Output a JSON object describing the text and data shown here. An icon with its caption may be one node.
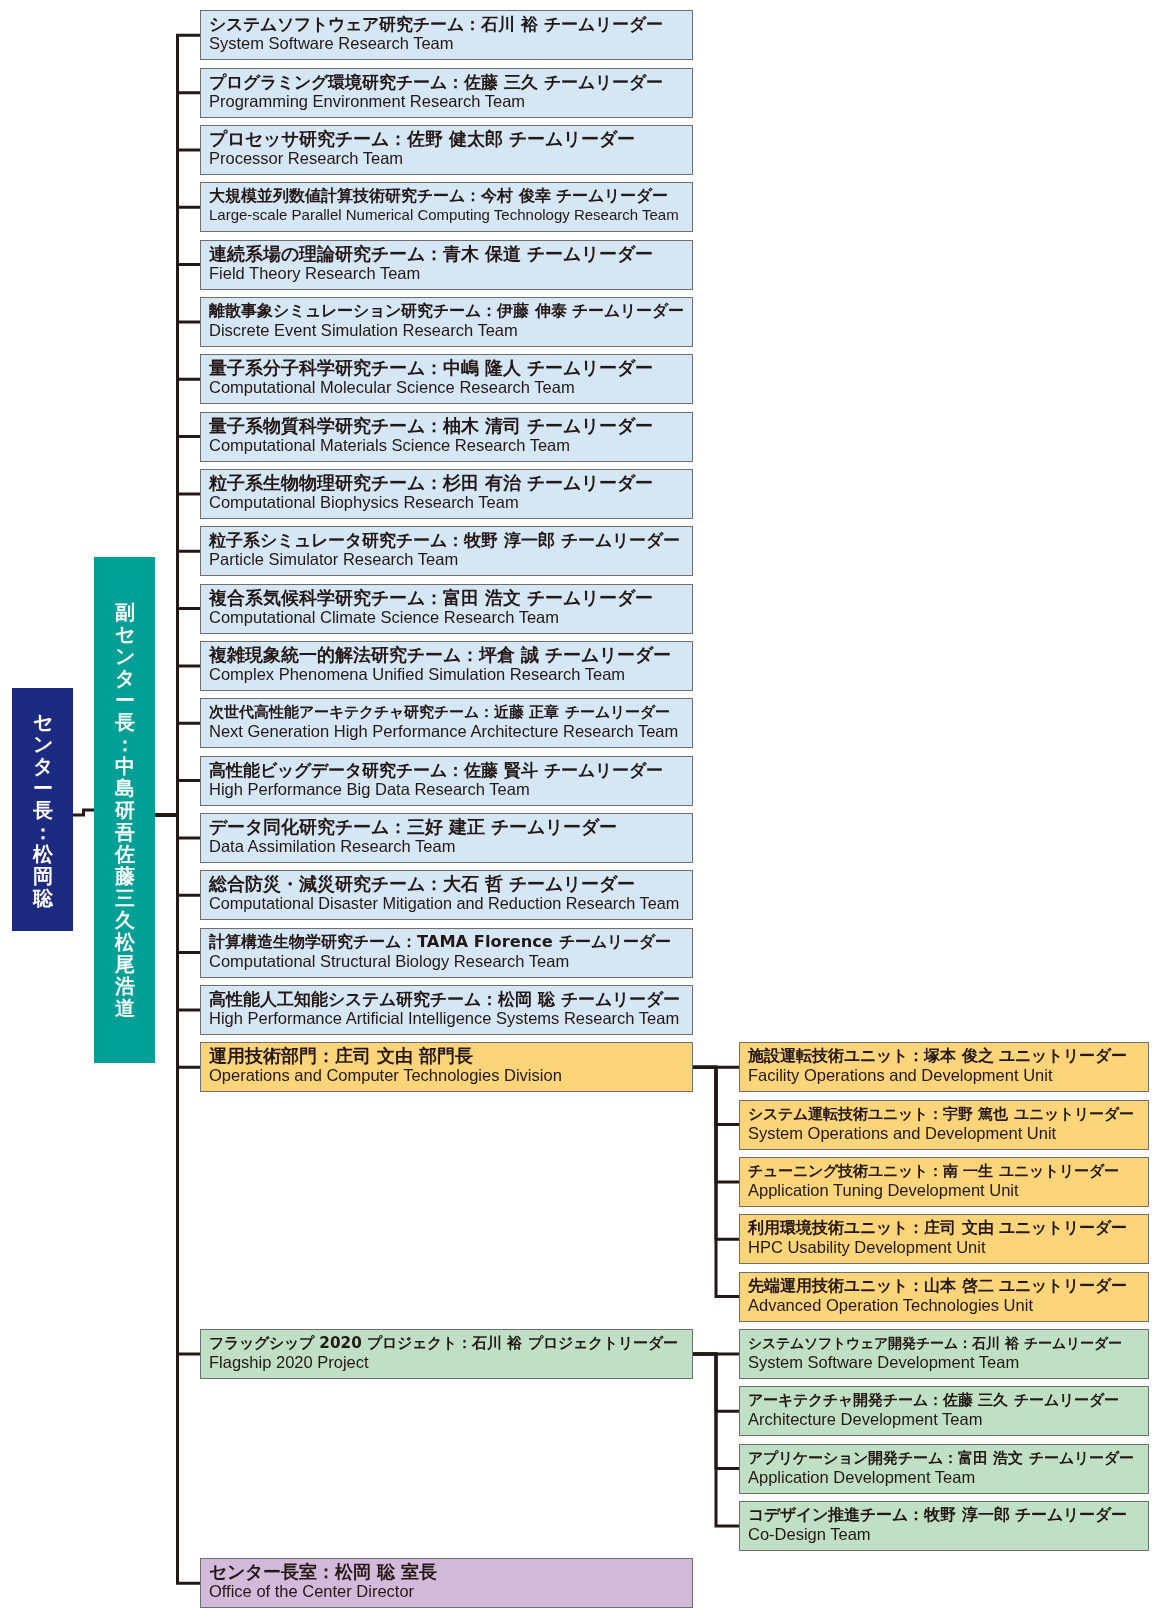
{
  "diagram": {
    "nodes": [
      {
        "text": [
          "センター長：松岡聡"
        ]
      },
      {
        "text": [
          "副センター長：中島研吾佐藤三久松尾浩道"
        ]
      },
      {
        "text": [
          "システムソフトウェア研究チーム：石川 裕 チームリーダー",
          "System Software Research Team"
        ]
      },
      {
        "text": [
          "プログラミング環境研究チーム：佐藤 三久 チームリーダー",
          "Programming Environment Research Team"
        ]
      },
      {
        "text": [
          "プロセッサ研究チーム：佐野 健太郎 チームリーダー",
          "Processor Research Team"
        ]
      },
      {
        "text": [
          "大規模並列数値計算技術研究チーム：今村 俊幸 チームリーダー",
          "Large-scale Parallel Numerical Computing Technology Research Team"
        ]
      },
      {
        "text": [
          "連続系場の理論研究チーム：青木 保道 チームリーダー",
          "Field Theory Research Team"
        ]
      },
      {
        "text": [
          "離散事象シミュレーション研究チーム：伊藤 伸泰 チームリーダー",
          "Discrete Event Simulation Research Team"
        ]
      },
      {
        "text": [
          "量子系分子科学研究チーム：中嶋 隆人 チームリーダー",
          "Computational Molecular Science Research Team"
        ]
      },
      {
        "text": [
          "量子系物質科学研究チーム：柚木 清司 チームリーダー",
          "Computational Materials Science Research Team"
        ]
      },
      {
        "text": [
          "粒子系生物物理研究チーム：杉田 有治 チームリーダー",
          "Computational Biophysics Research Team"
        ]
      },
      {
        "text": [
          "粒子系シミュレータ研究チーム：牧野 淳一郎 チームリーダー",
          "Particle Simulator Research Team"
        ]
      },
      {
        "text": [
          "複合系気候科学研究チーム：富田 浩文 チームリーダー",
          "Computational Climate Science Research Team"
        ]
      },
      {
        "text": [
          "複雑現象統一的解法研究チーム：坪倉 誠 チームリーダー",
          "Complex Phenomena Unified Simulation Research Team"
        ]
      },
      {
        "text": [
          "次世代高性能アーキテクチャ研究チーム：近藤 正章 チームリーダー",
          "Next Generation High Performance Architecture Research Team"
        ]
      },
      {
        "text": [
          "高性能ビッグデータ研究チーム：佐藤 賢斗 チームリーダー",
          "High Performance Big Data Research Team"
        ]
      },
      {
        "text": [
          "データ同化研究チーム：三好 建正 チームリーダー",
          "Data Assimilation Research Team"
        ]
      },
      {
        "text": [
          "総合防災・減災研究チーム：大石 哲 チームリーダー",
          "Computational Disaster Mitigation and Reduction Research Team"
        ]
      },
      {
        "text": [
          "計算構造生物学研究チーム：TAMA Florence チームリーダー",
          "Computational Structural Biology Research Team"
        ]
      },
      {
        "text": [
          "高性能人工知能システム研究チーム：松岡 聡 チームリーダー",
          "High Performance Artificial Intelligence Systems Research Team"
        ]
      },
      {
        "text": [
          "運用技術部門：庄司 文由 部門長",
          "Operations and Computer Technologies Division"
        ]
      },
      {
        "text": [
          "施設運転技術ユニット：塚本 俊之 ユニットリーダー",
          "Facility Operations and Development Unit"
        ]
      },
      {
        "text": [
          "システム運転技術ユニット：宇野 篤也 ユニットリーダー",
          "System Operations and Development Unit"
        ]
      },
      {
        "text": [
          "チューニング技術ユニット：南 一生 ユニットリーダー",
          "Application Tuning Development Unit"
        ]
      },
      {
        "text": [
          "利用環境技術ユニット：庄司 文由 ユニットリーダー",
          "HPC Usability Development Unit"
        ]
      },
      {
        "text": [
          "先端運用技術ユニット：山本 啓二 ユニットリーダー",
          "Advanced Operation Technologies Unit"
        ]
      },
      {
        "text": [
          "フラッグシップ 2020 プロジェクト：石川 裕 プロジェクトリーダー",
          "Flagship 2020 Project"
        ]
      },
      {
        "text": [
          "システムソフトウェア開発チーム：石川 裕 チームリーダー",
          "System Software Development Team"
        ]
      },
      {
        "text": [
          "アーキテクチャ開発チーム：佐藤 三久 チームリーダー",
          "Architecture Development Team"
        ]
      },
      {
        "text": [
          "アプリケーション開発チーム：富田 浩文 チームリーダー",
          "Application Development Team"
        ]
      },
      {
        "text": [
          "コデザイン推進チーム：牧野 淳一郎 チームリーダー",
          "Co-Design Team"
        ]
      },
      {
        "text": [
          "センター長室：松岡 聡 室長",
          "Office of the Center Director"
        ]
      }
    ],
    "edges": [
      {
        "from": 0,
        "to": 1,
        "arrow": "none"
      },
      {
        "from": 1,
        "to": 2,
        "arrow": "none"
      },
      {
        "from": 1,
        "to": 3,
        "arrow": "none"
      },
      {
        "from": 1,
        "to": 4,
        "arrow": "none"
      },
      {
        "from": 1,
        "to": 5,
        "arrow": "none"
      },
      {
        "from": 1,
        "to": 6,
        "arrow": "none"
      },
      {
        "from": 1,
        "to": 7,
        "arrow": "none"
      },
      {
        "from": 1,
        "to": 8,
        "arrow": "none"
      },
      {
        "from": 1,
        "to": 9,
        "arrow": "none"
      },
      {
        "from": 1,
        "to": 10,
        "arrow": "none"
      },
      {
        "from": 1,
        "to": 11,
        "arrow": "none"
      },
      {
        "from": 1,
        "to": 12,
        "arrow": "none"
      },
      {
        "from": 1,
        "to": 13,
        "arrow": "none"
      },
      {
        "from": 1,
        "to": 14,
        "arrow": "none"
      },
      {
        "from": 1,
        "to": 15,
        "arrow": "none"
      },
      {
        "from": 1,
        "to": 16,
        "arrow": "none"
      },
      {
        "from": 1,
        "to": 17,
        "arrow": "none"
      },
      {
        "from": 1,
        "to": 18,
        "arrow": "none"
      },
      {
        "from": 1,
        "to": 19,
        "arrow": "none"
      },
      {
        "from": 1,
        "to": 20,
        "arrow": "none"
      },
      {
        "from": 20,
        "to": 21,
        "arrow": "none"
      },
      {
        "from": 20,
        "to": 22,
        "arrow": "none"
      },
      {
        "from": 20,
        "to": 23,
        "arrow": "none"
      },
      {
        "from": 20,
        "to": 24,
        "arrow": "none"
      },
      {
        "from": 20,
        "to": 25,
        "arrow": "none"
      },
      {
        "from": 1,
        "to": 26,
        "arrow": "none"
      },
      {
        "from": 26,
        "to": 27,
        "arrow": "none"
      },
      {
        "from": 26,
        "to": 28,
        "arrow": "none"
      },
      {
        "from": 26,
        "to": 29,
        "arrow": "none"
      },
      {
        "from": 26,
        "to": 30,
        "arrow": "none"
      },
      {
        "from": 1,
        "to": 31,
        "arrow": "none"
      }
    ]
  }
}
